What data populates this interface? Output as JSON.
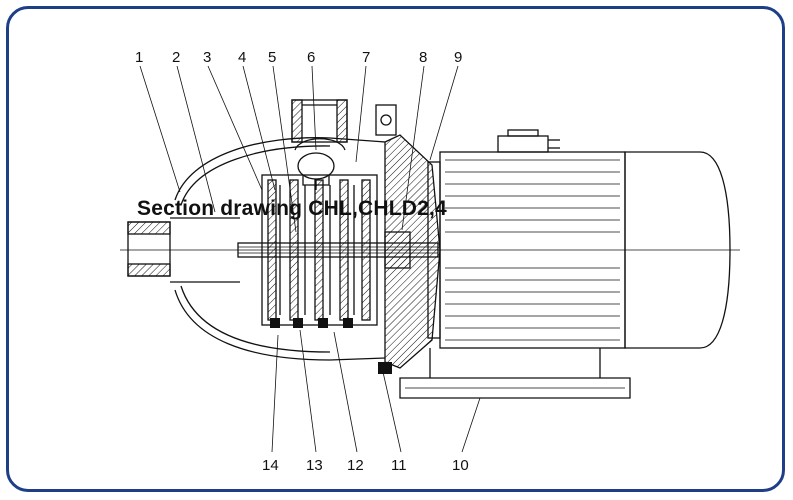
{
  "title": "Section drawing CHL,CHLD2,4",
  "colors": {
    "frame": "#1e3f87",
    "ink": "#111111"
  },
  "callouts_top": [
    "1",
    "2",
    "3",
    "4",
    "5",
    "6",
    "7",
    "8",
    "9"
  ],
  "callouts_bottom": [
    "14",
    "13",
    "12",
    "11",
    "10"
  ]
}
